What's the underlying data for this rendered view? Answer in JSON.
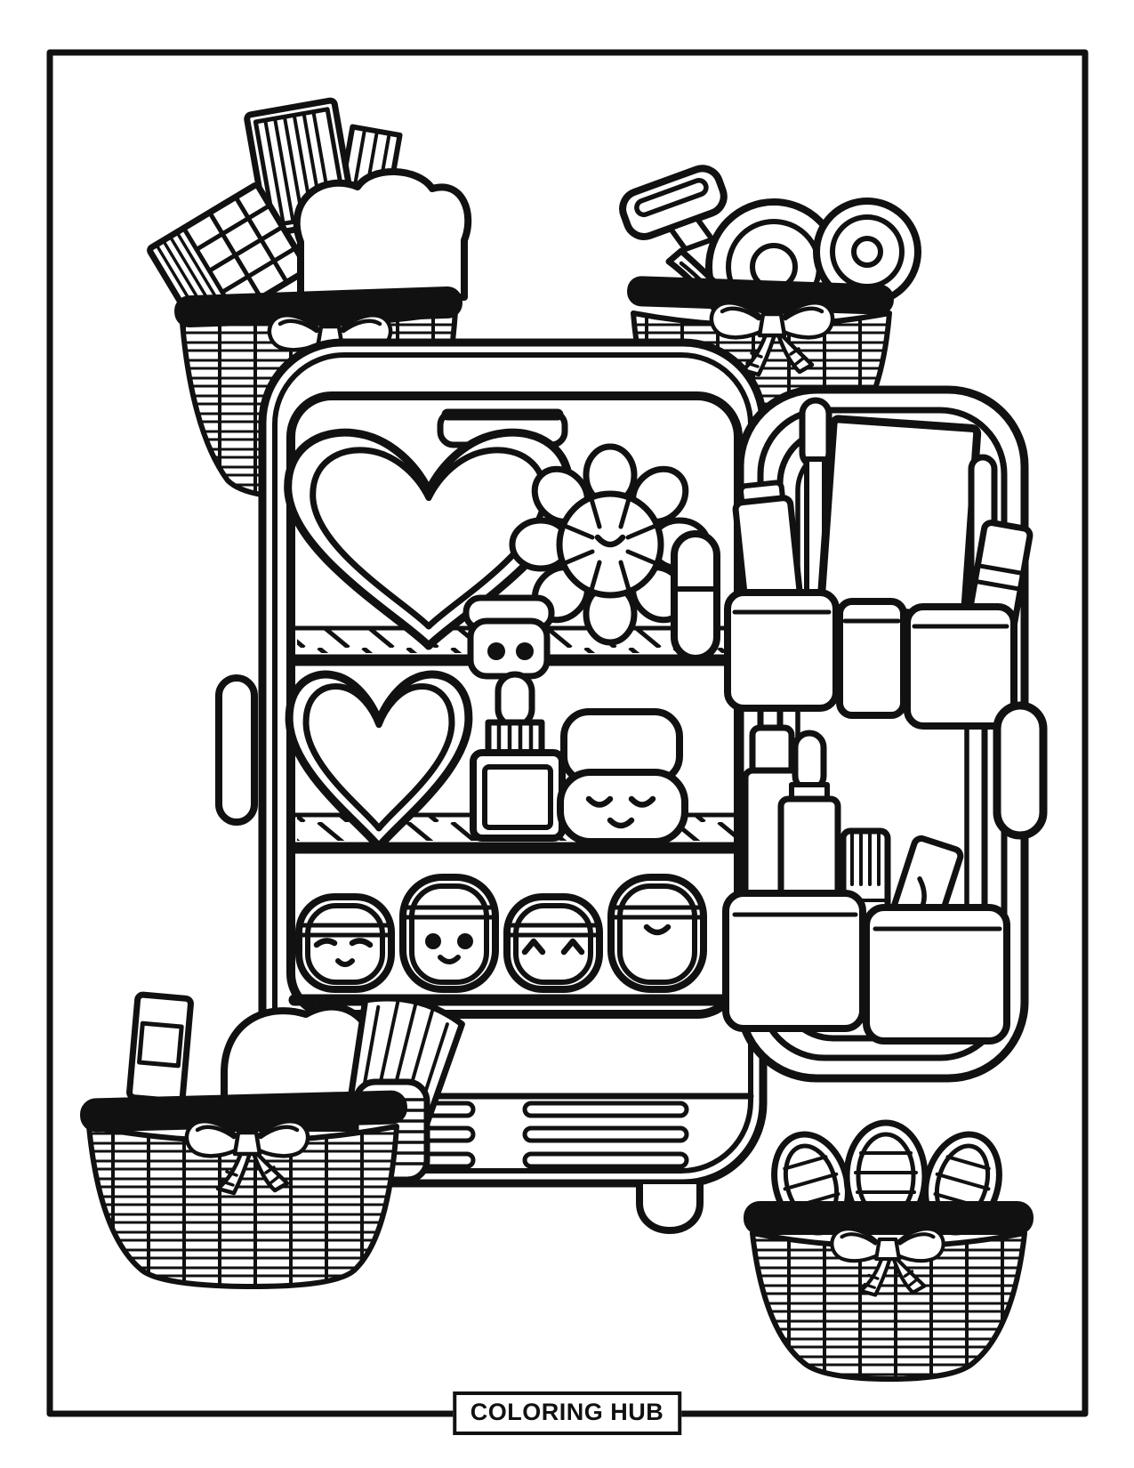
{
  "page": {
    "paper": "#ffffff",
    "ink": "#111111"
  },
  "badge": {
    "label": "COLORING HUB"
  },
  "scene": {
    "elements": [
      "woven-basket-top-left",
      "striped-makeup-palettes",
      "grid-eyeshadow-palette",
      "powder-puff",
      "woven-basket-top-right",
      "razor",
      "compact-mirrors",
      "mini-beauty-fridge",
      "heart-mirror-upper",
      "heart-mirror-lower",
      "flower-hand-fan",
      "lipstick",
      "cream-jar-with-face",
      "dropper-bottle",
      "jar-with-sleepy-face",
      "capsule-bottles-with-faces",
      "wire-shelves",
      "vent-slats",
      "fridge-foot",
      "side-handle",
      "open-fridge-door",
      "door-pocket-upper",
      "door-pocket-lower",
      "door-handle",
      "woven-basket-bottom-left",
      "pleated-fan",
      "dome-jar",
      "striped-cup",
      "woven-basket-bottom-right",
      "rolled-striped-towels",
      "ribbon-bows"
    ]
  }
}
